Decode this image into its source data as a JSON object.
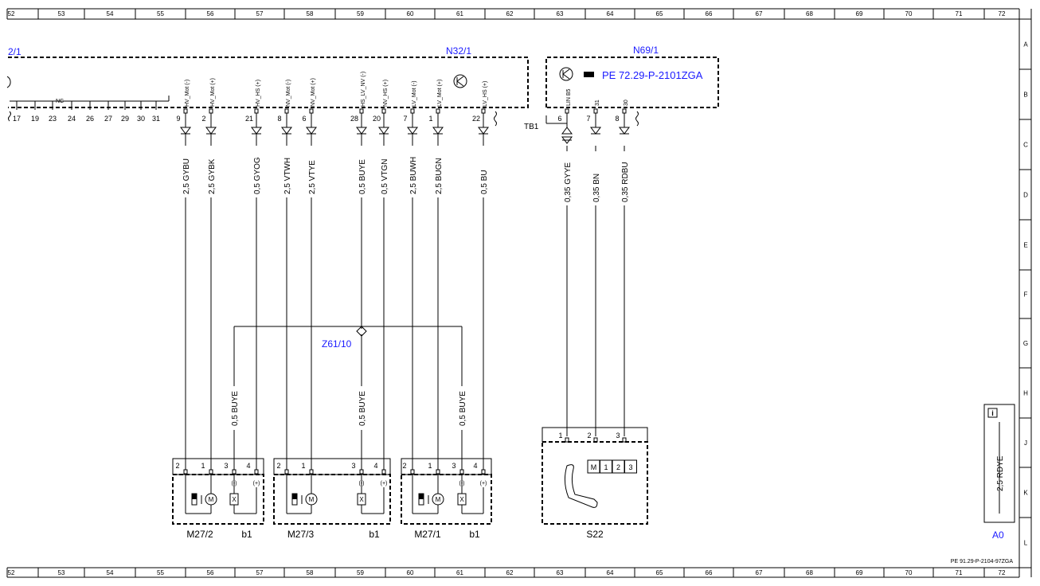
{
  "grid": {
    "columns": [
      "52",
      "53",
      "54",
      "55",
      "56",
      "57",
      "58",
      "59",
      "60",
      "61",
      "62",
      "63",
      "64",
      "65",
      "66",
      "67",
      "68",
      "69",
      "70",
      "71",
      "72"
    ],
    "rows": [
      "A",
      "B",
      "C",
      "D",
      "E",
      "F",
      "G",
      "H",
      "J",
      "K",
      "L"
    ]
  },
  "top_left_label": "2/1",
  "n32": {
    "label": "N32/1",
    "nc_label": "NC",
    "nc_pins": [
      "17",
      "19",
      "23",
      "24",
      "26",
      "27",
      "29",
      "30",
      "31"
    ],
    "pins": [
      {
        "num": "9",
        "sig": "HV_Mot (-)",
        "wire": "2,5 GYBU"
      },
      {
        "num": "2",
        "sig": "HV_Mot (+)",
        "wire": "2,5 GYBK"
      },
      {
        "num": "21",
        "sig": "HV_HS (+)",
        "wire": "0,5 GYOG"
      },
      {
        "num": "8",
        "sig": "NV_Mot (-)",
        "wire": "2,5 VTWH"
      },
      {
        "num": "6",
        "sig": "NV_Mot (+)",
        "wire": "2,5 VTYE"
      },
      {
        "num": "28",
        "sig": "HS_LV_NV (-)",
        "wire": "0,5 BUYE"
      },
      {
        "num": "20",
        "sig": "NV_HS (+)",
        "wire": "0,5 VTGN"
      },
      {
        "num": "7",
        "sig": "LV_Mot (-)",
        "wire": "2,5 BUWH"
      },
      {
        "num": "1",
        "sig": "LV_Mot (+)",
        "wire": "2,5 BUGN"
      },
      {
        "num": "22",
        "sig": "LV_HS (+)",
        "wire": "0,5 BU"
      }
    ]
  },
  "n69": {
    "label": "N69/1",
    "ref": "PE 72.29-P-2101ZGA",
    "tb_label": "TB1",
    "pins": [
      {
        "num": "6",
        "sig": "LIN B5",
        "wire": "0,35 GYYE"
      },
      {
        "num": "7",
        "sig": "31",
        "wire": "0,35 BN"
      },
      {
        "num": "8",
        "sig": "30",
        "wire": "0,35 RDBU"
      }
    ]
  },
  "splice": {
    "label": "Z61/10",
    "branch_wire": "0,5 BUYE"
  },
  "components": [
    {
      "label": "M27/2",
      "sub": "b1",
      "pins": [
        "2",
        "1",
        "3",
        "4"
      ]
    },
    {
      "label": "M27/3",
      "sub": "b1",
      "pins": [
        "2",
        "1",
        "3",
        "4"
      ]
    },
    {
      "label": "M27/1",
      "sub": "b1",
      "pins": [
        "2",
        "1",
        "3",
        "4"
      ]
    }
  ],
  "pol": {
    "minus": "(-)",
    "plus": "(+)",
    "motor": "M",
    "pot": "X"
  },
  "s22": {
    "label": "S22",
    "pins": [
      "1",
      "2",
      "3"
    ],
    "buttons": [
      "M",
      "1",
      "2",
      "3"
    ]
  },
  "a0": {
    "label": "A0",
    "wire": "2,5 RDYE",
    "info": "i"
  },
  "footer_ref": "PE 91.29-P-2104-97ZGA"
}
